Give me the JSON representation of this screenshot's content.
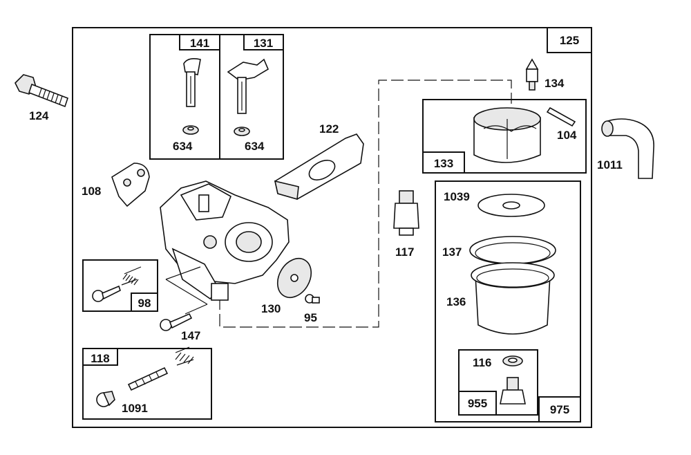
{
  "frame_label": "125",
  "kit_labels": {
    "k141": "141",
    "k131": "131",
    "k133": "133",
    "k98": "98",
    "k118": "118",
    "k975": "975",
    "k955": "955"
  },
  "part_labels": {
    "p124": "124",
    "p634a": "634",
    "p634b": "634",
    "p122": "122",
    "p134": "134",
    "p104": "104",
    "p1011": "1011",
    "p108": "108",
    "p117": "117",
    "p1039": "1039",
    "p137": "137",
    "p136": "136",
    "p130": "130",
    "p95": "95",
    "p147": "147",
    "p1091": "1091",
    "p116": "116"
  }
}
